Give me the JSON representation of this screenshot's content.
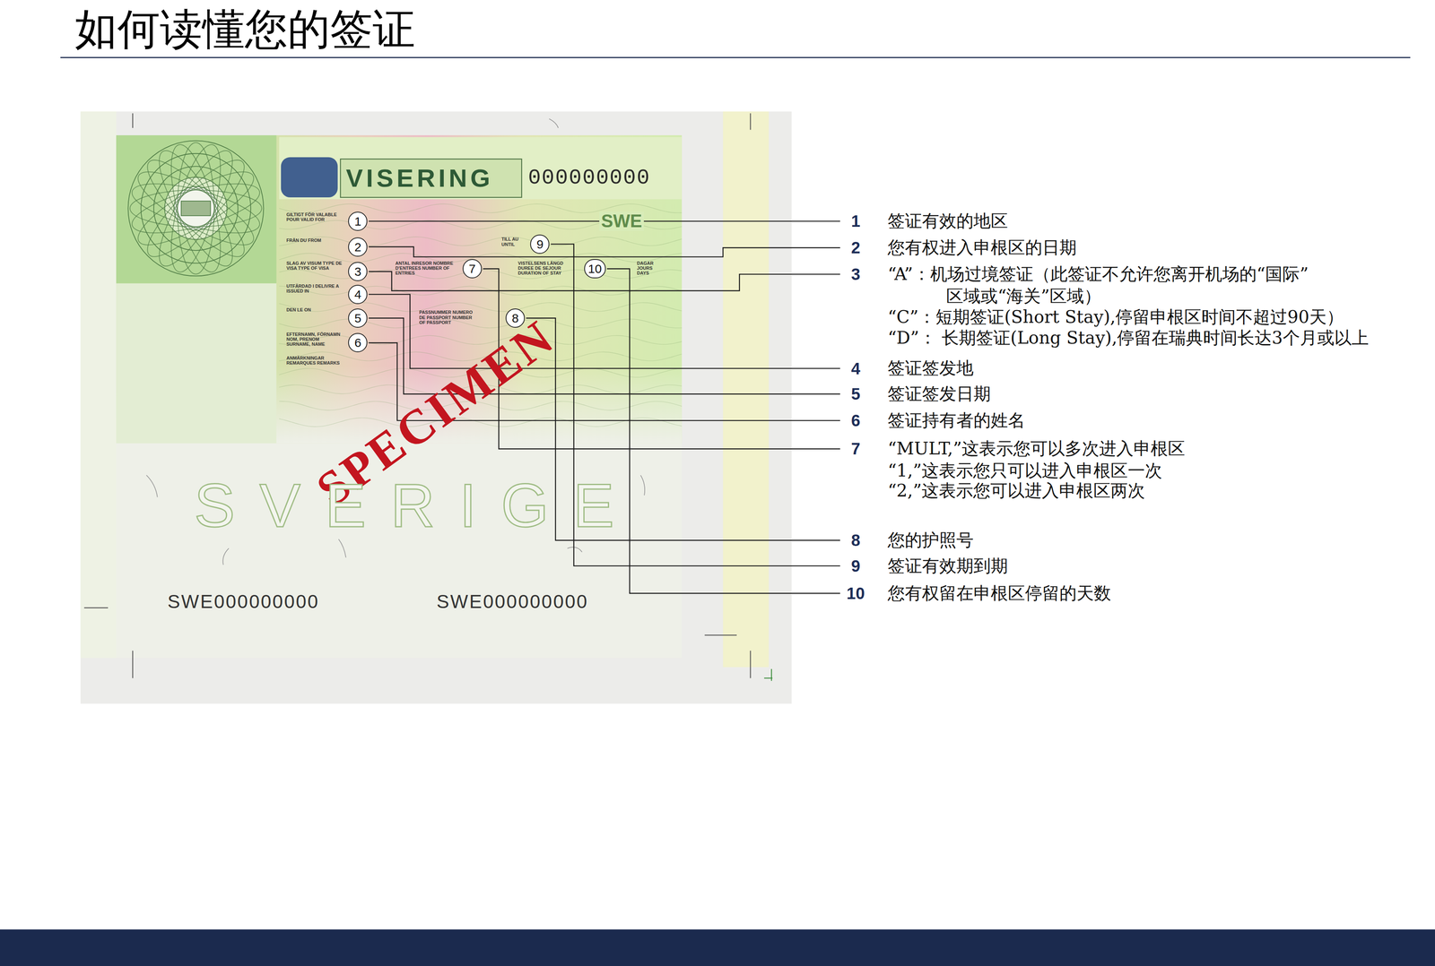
{
  "diagram": {
    "title": "如何读懂您的签证",
    "nodes": [
      {
        "text": [
          "1"
        ]
      },
      {
        "text": [
          "2"
        ]
      },
      {
        "text": [
          "3"
        ]
      },
      {
        "text": [
          "4"
        ]
      },
      {
        "text": [
          "5"
        ]
      },
      {
        "text": [
          "6"
        ]
      },
      {
        "text": [
          "7"
        ]
      },
      {
        "text": [
          "8"
        ]
      },
      {
        "text": [
          "9"
        ]
      },
      {
        "text": [
          "10"
        ]
      }
    ],
    "labels": [
      "VISERING",
      "000000000",
      "SWE",
      "GILTIGT FÖR VALABLE POUR VALID FOR",
      "FRÅN DU FROM",
      "TILL AU UNTIL",
      "SLAG AV VISUM TYPE DE VISA TYPE OF VISA",
      "ANTAL INRESOR NOMBRE D'ENTREES NUMBER OF ENTRIES",
      "VISTELSENS LÄNGD DUREE DE SEJOUR DURATION OF STAY",
      "DAGAR JOURS DAYS",
      "UTFÄRDAD I DELIVRE A ISSUED IN",
      "DEN LE ON",
      "PASSNUMMER NUMERO DE PASSPORT NUMBER OF PASSPORT",
      "EFTERNAMN, FÖRNAMN NOM, PRENOM SURNAME, NAME",
      "ANMÄRKNINGAR REMARQUES REMARKS",
      "SPECIMEN",
      "SVERIGE",
      "SWE000000000",
      "SWE000000000",
      "1",
      "签证有效的地区",
      "2",
      "您有权进入申根区的日期",
      "3",
      "“A”：机场过境签证（此签证不允许您离开机场的“国际” 区域或“海关”区域）",
      "“C”：短期签证(Short Stay),停留申根区时间不超过90天）",
      "“D”： 长期签证(Long Stay),停留在瑞典时间长达3个月或以上",
      "4",
      "签证签发地",
      "5",
      "签证签发日期",
      "6",
      "签证持有者的姓名",
      "7",
      "“MULT,”这表示您可以多次进入申根区",
      "“1,”这表示您只可以进入申根区一次",
      "“2,”这表示您可以进入申根区两次",
      "8",
      "您的护照号",
      "9",
      "签证有效期到期",
      "10",
      "您有权留在申根区停留的天数"
    ]
  }
}
